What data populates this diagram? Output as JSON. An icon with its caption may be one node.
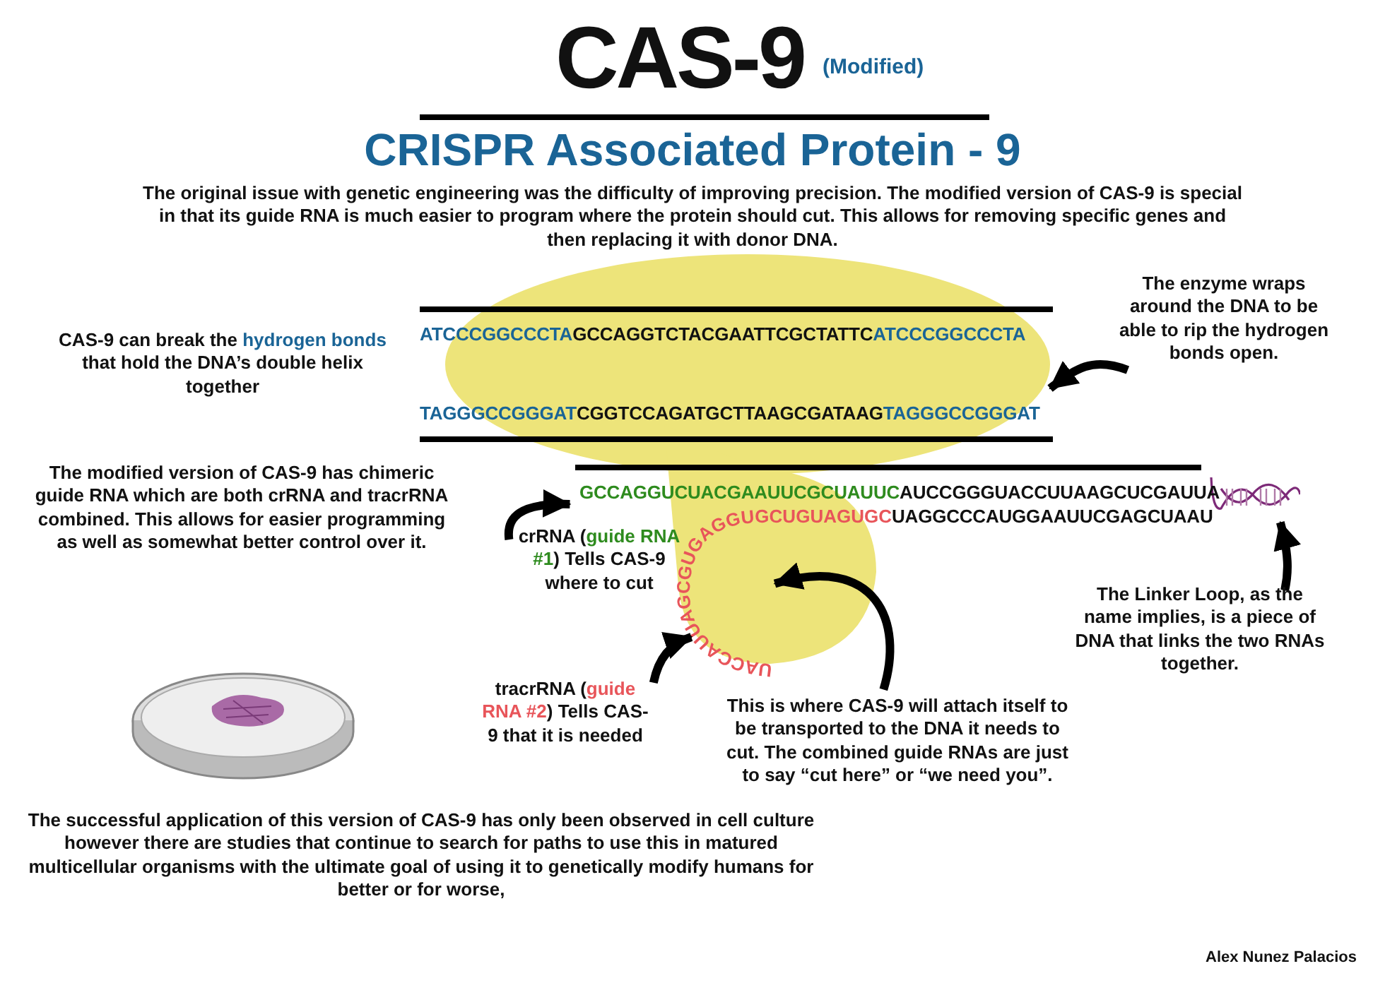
{
  "diagram": {
    "title": "CAS-9",
    "nodes": [
      {
        "text": [],
        "shape": "blob"
      },
      {
        "text": [
          "The enzyme wraps around the DNA to be able to rip the hydrogen bonds open."
        ]
      },
      {
        "text": [
          "GCCAGGUCUACGAAUUCGCUAUUC"
        ]
      },
      {
        "text": [
          "crRNA (**guide RNA #1**) Tells CAS-9 where to cut"
        ]
      },
      {
        "text": [
          "UACCAUUAGCGUGAGGUGCUGUAGUGC"
        ]
      },
      {
        "text": [
          "tracrRNA (**guide RNA #2**) Tells CAS-9 that it is needed"
        ]
      },
      {
        "text": [
          "This is where CAS-9 will attach itself to be transported to the DNA it needs to cut. The combined guide RNAs are just to say “cut here” or “we need you”."
        ]
      },
      {
        "text": [
          "The Linker Loop, as the name implies, is a piece of DNA that links the two RNAs together."
        ]
      },
      {
        "text": [],
        "shape": "picture"
      }
    ],
    "edges": [
      {
        "from": 1,
        "to": 0,
        "arrow": "to"
      },
      {
        "from": 3,
        "to": 2,
        "arrow": "to"
      },
      {
        "from": 5,
        "to": 4,
        "arrow": "to"
      },
      {
        "from": 6,
        "to": 0,
        "arrow": "to"
      },
      {
        "from": 7,
        "to": 8,
        "arrow": "to"
      }
    ],
    "labels": [
      "(Modified)",
      "CRISPR Associated Protein - 9",
      "The original issue with genetic engineering was the difficulty of improving precision. The modified version of CAS-9 is special in that its guide RNA is much easier to program where the protein should cut. This allows for removing specific genes and then replacing it with donor DNA.",
      "CAS-9 can break the **hydrogen bonds** that hold the DNA’s double helix together",
      "ATCCCGGCCCTA",
      "GCCAGGTCTACGAATTCGCTATTC",
      "ATCCCGGCCCTA",
      "TAGGGCCGGGAT",
      "CGGTCCAGATGCTTAAGCGATAAG",
      "TAGGGCCGGGAT",
      "The modified version of CAS-9 has chimeric guide RNA which are both crRNA and tracrRNA combined. This allows for easier programming as well as somewhat better control over it.",
      "AUCCGGGUACCUUAAGCUCGAUUA",
      "UAGGCCCAUGGAAUUCGAGCUAAU",
      "The successful application of this version of CAS-9 has only been observed in cell culture however there are studies that continue to search for paths to use this in matured multicellular organisms with the ultimate goal of using it to genetically modify humans for better or for worse,",
      "Alex Nunez Palacios"
    ]
  }
}
